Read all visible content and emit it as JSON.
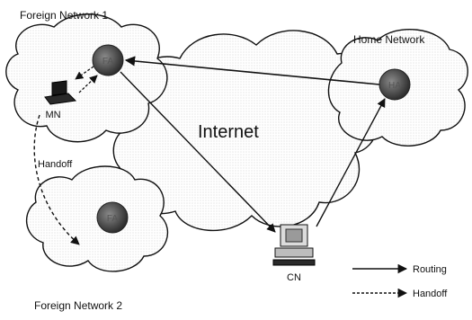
{
  "networks": {
    "foreign1": "Foreign Network 1",
    "home": "Home Network",
    "foreign2": "Foreign Network 2",
    "internet": "Internet"
  },
  "nodes": {
    "mn": "MN",
    "cn": "CN",
    "fa1": "FA",
    "ha": "HA",
    "fa2": "FA"
  },
  "labels": {
    "handoff": "Handoff"
  },
  "legend": {
    "routing": "Routing",
    "handoff": "Handoff"
  }
}
